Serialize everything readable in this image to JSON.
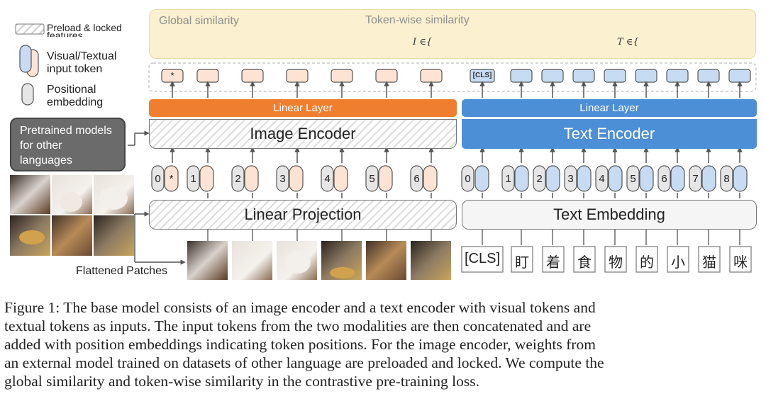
{
  "legend": {
    "preload": "Preload & locked features",
    "token": "Visual/Textual input token",
    "positional": "Positional embedding"
  },
  "similarity": {
    "global_title": "Global similarity",
    "tokenwise_title": "Token-wise similarity",
    "image_sum_sub": "I ∈{",
    "text_sum_sub": "T ∈{"
  },
  "image_branch": {
    "output_marker": "*",
    "linear_layer": "Linear Layer",
    "encoder": "Image Encoder",
    "projection": "Linear Projection",
    "position_ids": [
      "0",
      "1",
      "2",
      "3",
      "4",
      "5",
      "6"
    ],
    "class_marker": "*",
    "flattened_patches_label": "Flattened Patches"
  },
  "text_branch": {
    "cls_output": "[CLS]",
    "linear_layer": "Linear Layer",
    "encoder": "Text Encoder",
    "embedding": "Text Embedding",
    "position_ids": [
      "0",
      "1",
      "2",
      "3",
      "4",
      "5",
      "6",
      "7",
      "8"
    ],
    "tokens": [
      "[CLS]",
      "盯",
      "着",
      "食",
      "物",
      "的",
      "小",
      "猫",
      "咪"
    ]
  },
  "pretrained_box": "Pretrained models for other languages",
  "caption": {
    "lines": [
      "Figure 1:  The base model consists of an image encoder and a text encoder with visual tokens and",
      "textual tokens as inputs. The input tokens from the two modalities are then concatenated and are",
      "added with position embeddings indicating token positions. For the image encoder, weights from",
      "an external model trained on datasets of other language are preloaded and locked. We compute the",
      "global similarity and token-wise similarity in the contrastive pre-training loss."
    ]
  },
  "colors": {
    "image_token": "#fde3d3",
    "text_token": "#c7dcf2",
    "positional": "#e6e6e6",
    "orange_layer": "#ef7f2f",
    "blue_layer": "#4d8fd6",
    "sim_panel": "#fbf0cf"
  }
}
